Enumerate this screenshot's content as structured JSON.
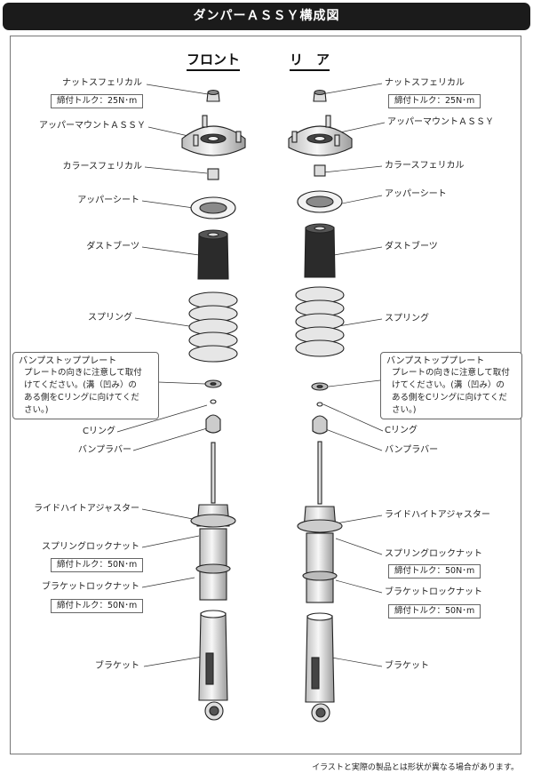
{
  "title": "ダンパーＡＳＳＹ構成図",
  "columns": {
    "front": "フロント",
    "rear": "リ　ア"
  },
  "parts": {
    "nut": "ナットスフェリカル",
    "upper_mount": "アッパーマウントＡＳＳＹ",
    "collar": "カラースフェリカル",
    "upper_seat": "アッパーシート",
    "dust_boot": "ダストブーツ",
    "spring": "スプリング",
    "c_ring": "Cリング",
    "bump_rubber": "バンプラバー",
    "ride_height": "ライドハイトアジャスター",
    "spring_lock": "スプリングロックナット",
    "bracket_lock": "ブラケットロックナット",
    "bracket": "ブラケット"
  },
  "torque": {
    "nut": "締付トルク：25N･m",
    "spring_lock": "締付トルク：50N･m",
    "bracket_lock": "締付トルク：50N･m"
  },
  "bump_plate": {
    "title": "バンプストッププレート",
    "body": "プレートの向きに注意して取付\nけてください。(溝（凹み）の\nある側をCリングに向けてくだ\nさい。)"
  },
  "footnote": "イラストと実際の製品とは形状が異なる場合があります。"
}
